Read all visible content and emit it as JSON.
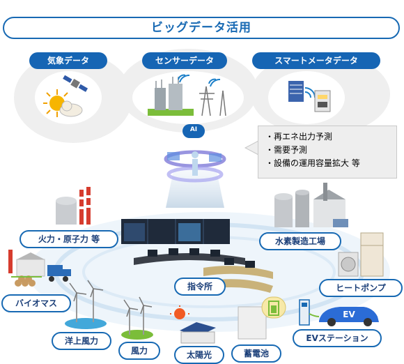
{
  "title": "ビッグデータ活用",
  "data_sources": [
    "気象データ",
    "センサーデータ",
    "スマートメータデータ"
  ],
  "ai_label": "AI",
  "analysis_items": [
    "・再エネ出力予測",
    "・需要予測",
    "・設備の運用容量拡大 等"
  ],
  "nodes": {
    "thermal": "火力・原子力 等",
    "hydrogen": "水素製造工場",
    "biomass": "バイオマス",
    "heat_pump": "ヒートポンプ",
    "control_center": "指令所",
    "offshore_wind": "洋上風力",
    "wind": "風力",
    "solar": "太陽光",
    "battery": "蓄電池",
    "ev_station": "EVステーション",
    "ev_badge": "EV"
  }
}
